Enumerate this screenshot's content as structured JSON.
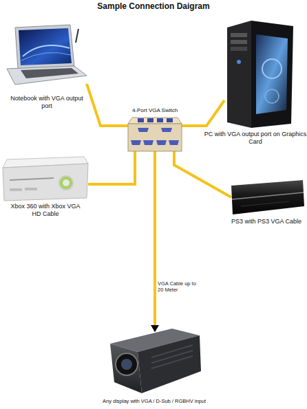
{
  "diagram": {
    "title": "Sample Connection Daigram",
    "nodes": [
      {
        "text": [
          "Notebook with VGA output port"
        ]
      },
      {
        "text": [
          "PC with VGA output port on Graphics Card"
        ]
      },
      {
        "text": [
          "4-Port VGA Switch"
        ]
      },
      {
        "text": [
          "Xbox 360 with Xbox VGA HD Cable"
        ]
      },
      {
        "text": [
          "PS3 with PS3 VGA Cable"
        ]
      },
      {
        "text": [
          "Any display with VGA / D-Sub / RGBHV input"
        ]
      }
    ],
    "edges": [
      {
        "from": 0,
        "to": 2,
        "arrow": "none"
      },
      {
        "from": 1,
        "to": 2,
        "arrow": "none"
      },
      {
        "from": 3,
        "to": 2,
        "arrow": "none"
      },
      {
        "from": 4,
        "to": 2,
        "arrow": "none"
      },
      {
        "from": 2,
        "to": 5,
        "label": "VGA Cable up to 20 Meter",
        "arrow": "to"
      }
    ]
  }
}
